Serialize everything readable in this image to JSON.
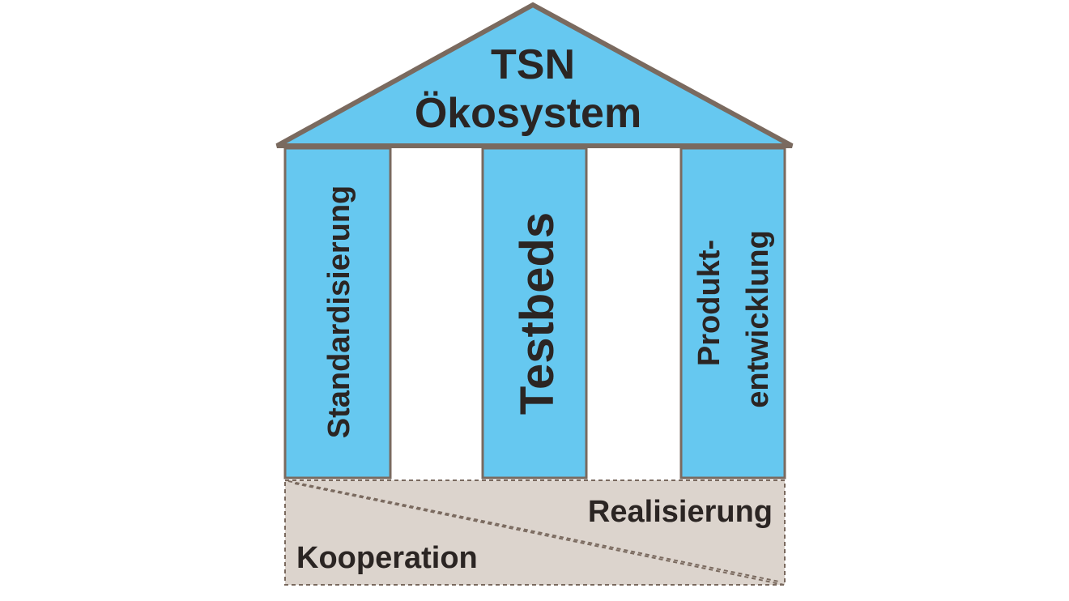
{
  "roof": {
    "line1": "TSN",
    "line2": "Ökosystem"
  },
  "pillars": [
    {
      "lines": [
        "Standardisierung"
      ]
    },
    {
      "lines": [
        "Testbeds"
      ]
    },
    {
      "lines": [
        "Produkt-",
        "entwicklung"
      ]
    }
  ],
  "foundation": {
    "upper_label": "Realisierung",
    "lower_label": "Kooperation"
  },
  "colors": {
    "pillar_fill": "#66c8f0",
    "outline": "#7a6a5f",
    "foundation_fill": "#dcd4cd",
    "text": "#2b2523"
  }
}
